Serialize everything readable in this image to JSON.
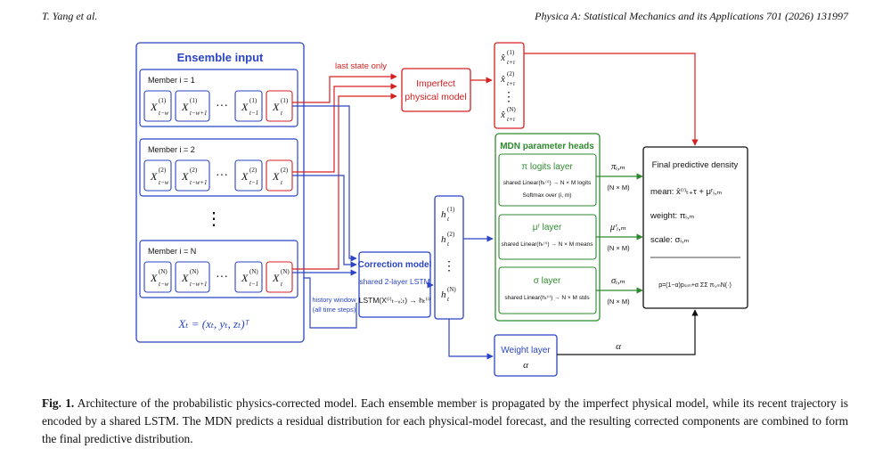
{
  "header": {
    "author": "T. Yang et al.",
    "journal": "Physica A: Statistical Mechanics and its Applications 701 (2026) 131997"
  },
  "figure": {
    "ensemble": {
      "title": "Ensemble input",
      "members": [
        {
          "label": "Member i = 1",
          "sup": "(1)"
        },
        {
          "label": "Member i = 2",
          "sup": "(2)"
        },
        {
          "label": "Member i = N",
          "sup": "(N)"
        }
      ],
      "cells": [
        "X",
        "X",
        "···",
        "X",
        "X"
      ],
      "subs": [
        "t−w",
        "t−w+1",
        "",
        "t−1",
        "t"
      ],
      "vdots": "⋮",
      "state_eq": "Xₜ = (xₜ, yₜ, zₜ)ᵀ"
    },
    "last_state": "last state only",
    "imperfect": {
      "line1": "Imperfect",
      "line2": "physical model"
    },
    "xhat": {
      "base": "x̂",
      "sub": "t+τ",
      "sups": [
        "(1)",
        "(2)",
        "(N)"
      ],
      "dots": "⋮"
    },
    "correction": {
      "title": "Correction model",
      "sub": "shared 2-layer LSTM",
      "eq": "LSTM(X⁽ⁱ⁾ₜ₋ᵥ:ₜ) → hₜ⁽ⁱ⁾"
    },
    "history": {
      "line1": "history window",
      "line2": "(all time steps)"
    },
    "h": {
      "base": "h",
      "sub": "t",
      "sups": [
        "(1)",
        "(2)",
        "(N)"
      ],
      "dots": "⋮"
    },
    "mdn": {
      "title": "MDN parameter heads",
      "pi": {
        "title": "π  logits layer",
        "desc1": "shared Linear(hₜ⁽ⁱ⁾) → N × M logits",
        "desc2": "Softmax over (i, m)"
      },
      "mu": {
        "title": "μʳ  layer",
        "desc1": "shared Linear(hₜ⁽ⁱ⁾) → N × M means"
      },
      "sigma": {
        "title": "σ  layer",
        "desc1": "shared Linear(hₜ⁽ⁱ⁾) → N × M stds"
      }
    },
    "outputs": {
      "pi": "πᵢ,ₘ",
      "mu": "μʳᵢ,ₘ",
      "sigma": "σᵢ,ₘ",
      "dims": "(N × M)"
    },
    "final": {
      "title": "Final predictive density",
      "mean": "mean:  x̂⁽ⁱ⁾ₜ₊τ + μʳᵢ,ₘ",
      "weight": "weight:  πᵢ,ₘ",
      "scale": "scale:   σᵢ,ₘ",
      "formula": "p=(1−α)pₛᵢₘ+α ΣΣ πᵢ,ₘN(·)"
    },
    "weight": {
      "title": "Weight layer",
      "alpha": "α",
      "out": "α"
    }
  },
  "caption": {
    "label": "Fig. 1.",
    "text": "Architecture of the probabilistic physics-corrected model. Each ensemble member is propagated by the imperfect physical model, while its recent trajectory is encoded by a shared LSTM. The MDN predicts a residual distribution for each physical-model forecast, and the resulting corrected components are combined to form the final predictive distribution."
  },
  "colors": {
    "blue": "#2b45c4",
    "red": "#d62020",
    "green": "#2f8a2f",
    "black": "#111111"
  }
}
